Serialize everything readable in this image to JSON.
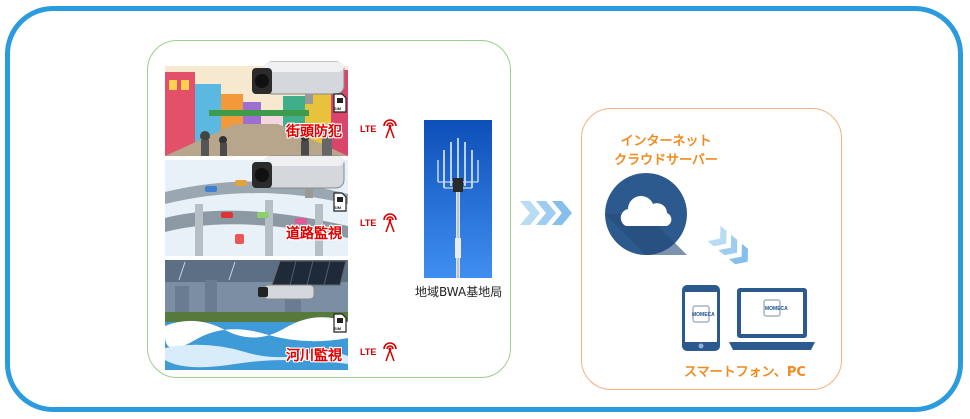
{
  "cameras": [
    {
      "label": "街頭防犯",
      "lte": "LTE",
      "sim": "SIM",
      "scene": "street"
    },
    {
      "label": "道路監視",
      "lte": "LTE",
      "sim": "SIM",
      "scene": "highway"
    },
    {
      "label": "河川監視",
      "lte": "LTE",
      "sim": "SIM",
      "scene": "river"
    }
  ],
  "base_station": {
    "label": "地域BWA基地局"
  },
  "cloud": {
    "title_line1": "インターネット",
    "title_line2": "クラウドサーバー"
  },
  "devices": {
    "label": "スマートフォン、PC",
    "app_logo": "MOMECA"
  },
  "colors": {
    "outer_border": "#2b9be0",
    "camera_panel_border": "#9bcf8d",
    "cloud_panel_border": "#f4b183",
    "accent_red": "#e00000",
    "accent_orange": "#f28a1e",
    "cloud_blue": "#2d5a8e"
  }
}
